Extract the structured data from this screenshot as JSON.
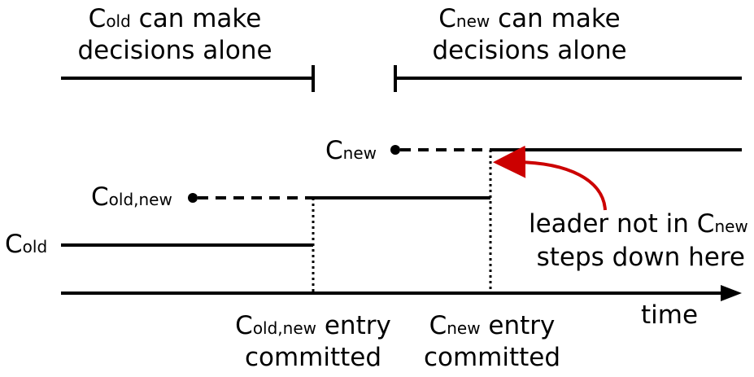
{
  "colors": {
    "line": "#000000",
    "arrow_annotation": "#cc0000",
    "background": "#ffffff"
  },
  "top_labels": {
    "old_alone": {
      "symbol": "C",
      "subscript": "old",
      "rest": " can make",
      "line2": "decisions alone"
    },
    "new_alone": {
      "symbol": "C",
      "subscript": "new",
      "rest": " can make",
      "line2": "decisions alone"
    }
  },
  "config_labels": {
    "c_old": {
      "symbol": "C",
      "subscript": "old"
    },
    "c_old_new": {
      "symbol": "C",
      "subscript": "old,new"
    },
    "c_new": {
      "symbol": "C",
      "subscript": "new"
    }
  },
  "bottom_labels": {
    "old_new_entry": {
      "symbol": "C",
      "subscript": "old,new",
      "rest": " entry",
      "line2": "committed"
    },
    "new_entry": {
      "symbol": "C",
      "subscript": "new",
      "rest": " entry",
      "line2": "committed"
    }
  },
  "axis_label": "time",
  "annotation": {
    "line1_prefix": "leader not in ",
    "symbol": "C",
    "subscript": "new",
    "line2": "steps down here"
  },
  "icons": {
    "time_axis_head": "arrowhead-right-icon",
    "annotation_arrow": "curved-arrow-icon",
    "config_start_marker": "filled-dot-icon"
  }
}
